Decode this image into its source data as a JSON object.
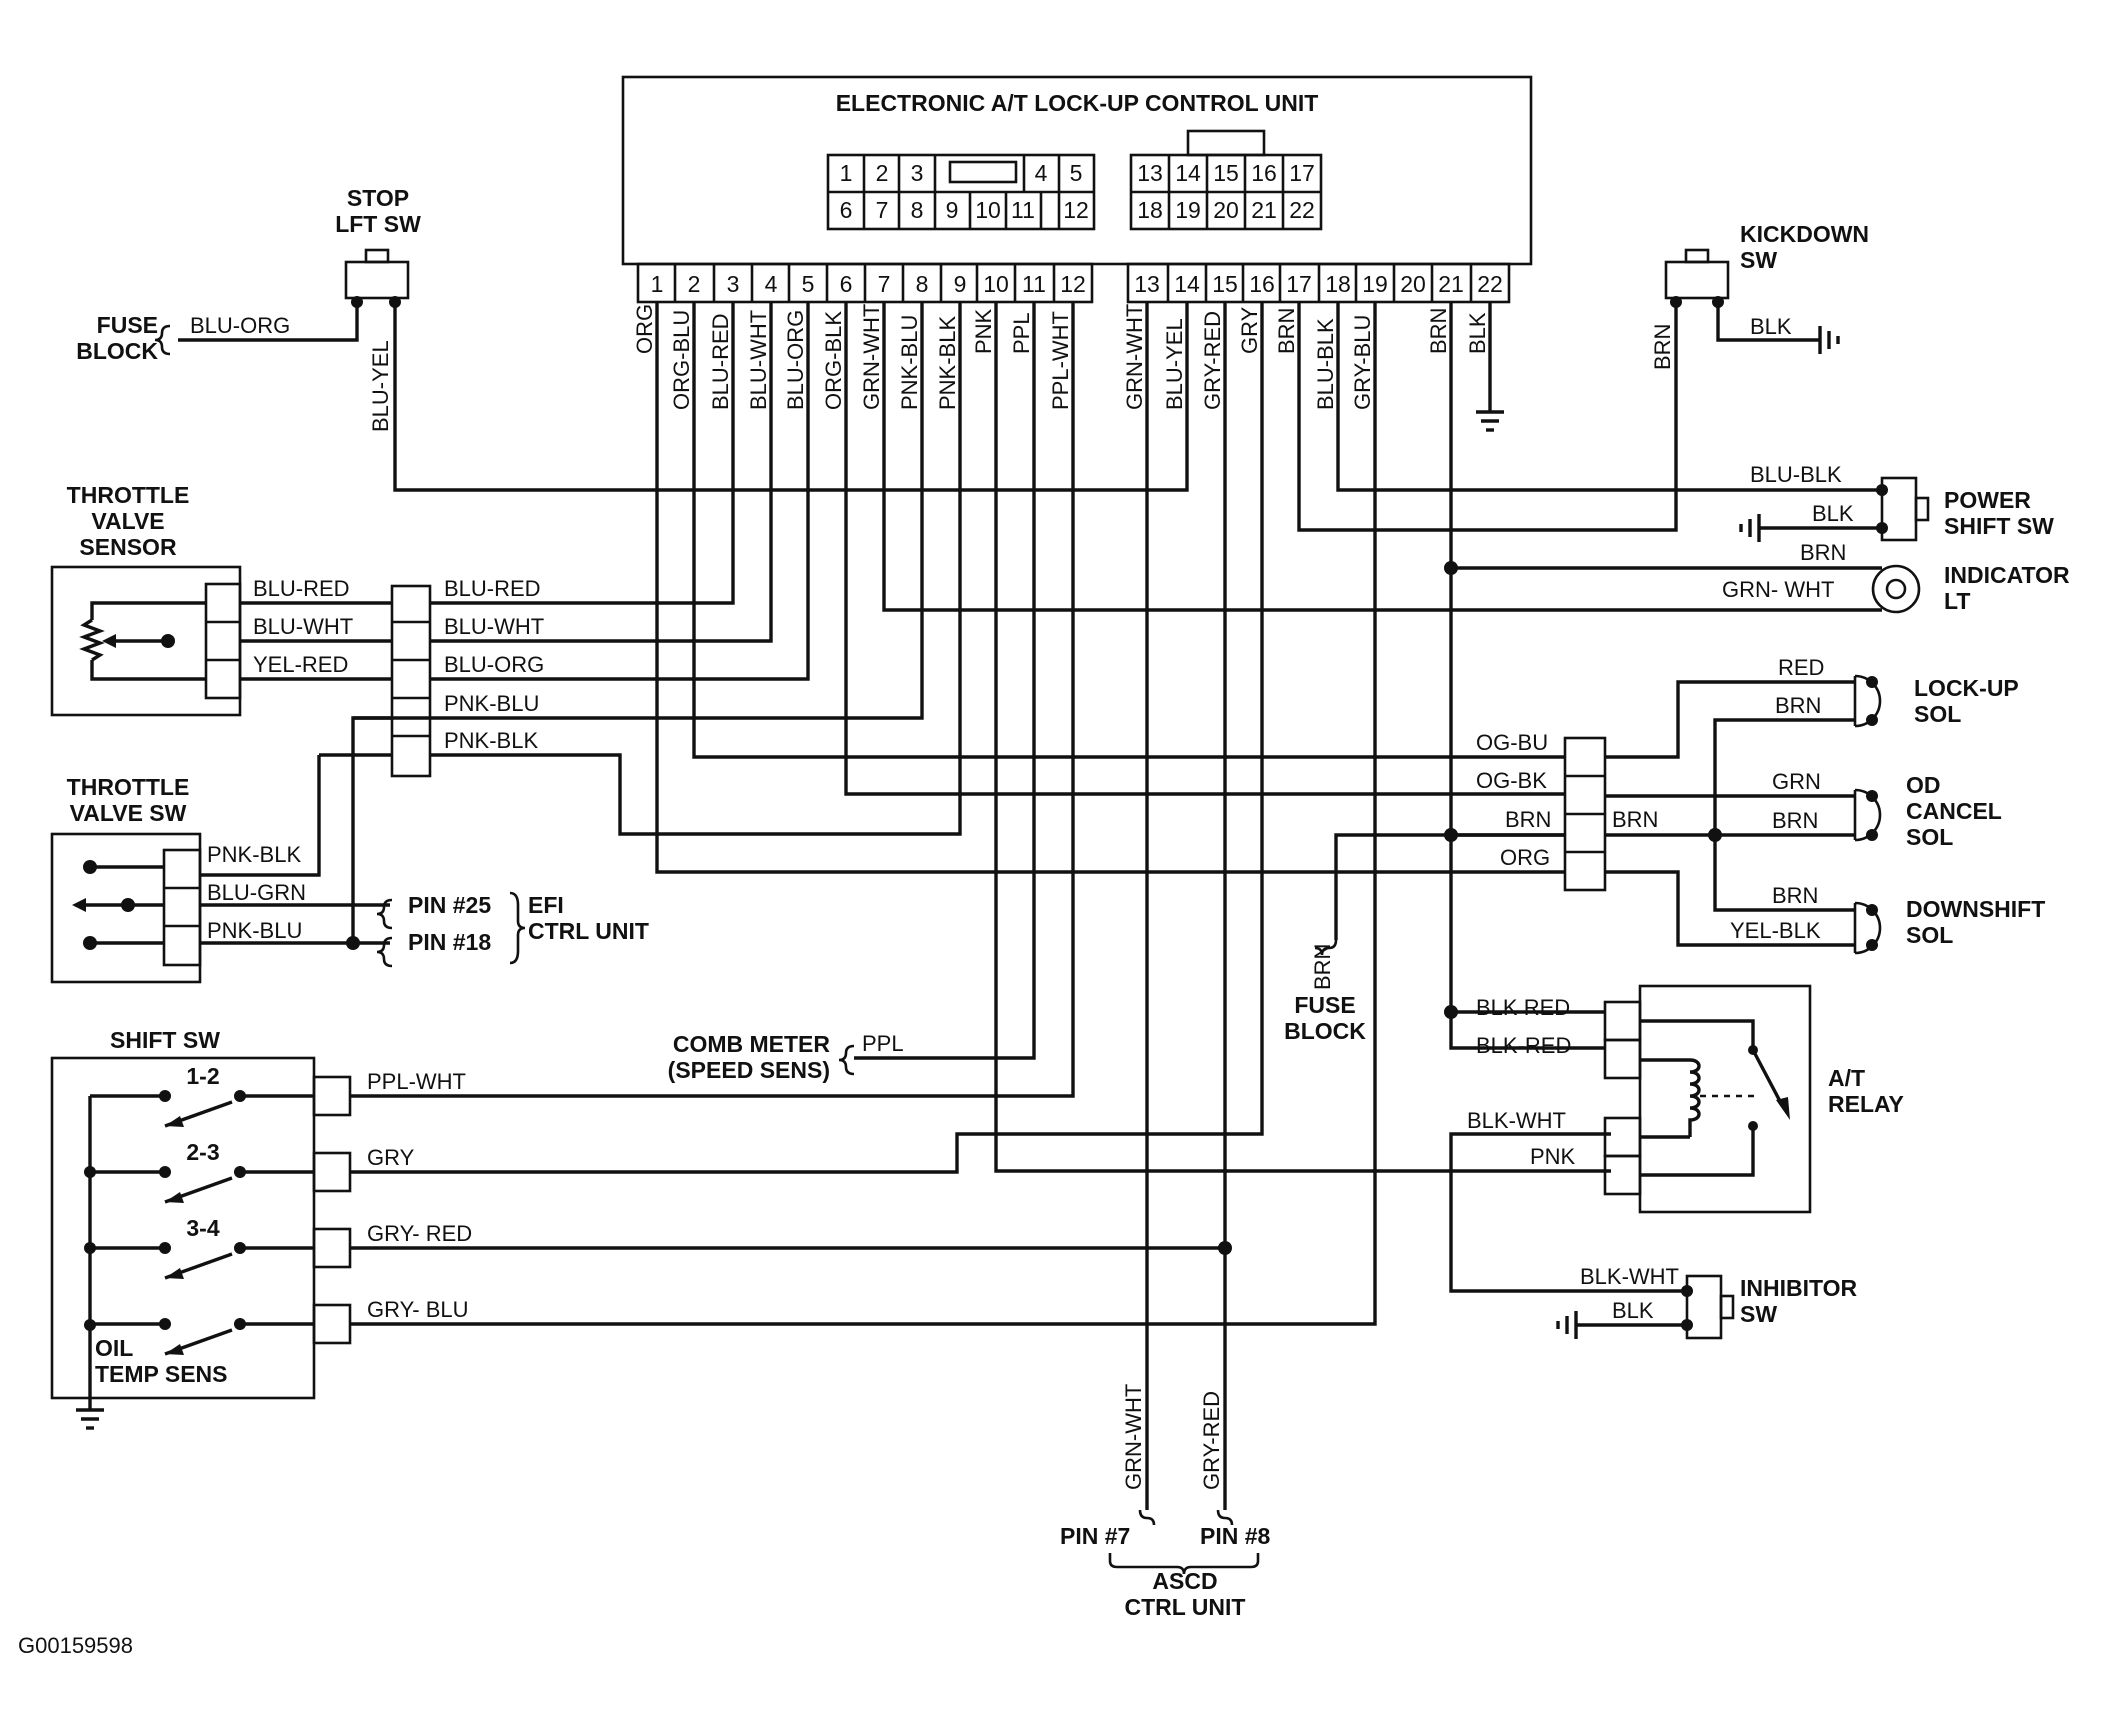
{
  "unit": {
    "title": "ELECTRONIC A/T LOCK-UP CONTROL UNIT",
    "connector_a_pins": [
      "1",
      "2",
      "3",
      "4",
      "5",
      "6",
      "7",
      "8",
      "9",
      "10",
      "11",
      "12"
    ],
    "connector_b_pins": [
      "13",
      "14",
      "15",
      "16",
      "17",
      "18",
      "19",
      "20",
      "21",
      "22"
    ],
    "wire_colors": [
      "ORG",
      "ORG-BLU",
      "BLU-RED",
      "BLU-WHT",
      "BLU-ORG",
      "ORG-BLK",
      "GRN-WHT",
      "PNK-BLU",
      "PNK-BLK",
      "PNK",
      "PPL",
      "PPL-WHT",
      "GRN-WHT",
      "BLU-YEL",
      "GRY-RED",
      "GRY",
      "BRN",
      "BLU-BLK",
      "GRY-BLU",
      "",
      "BRN",
      "BLK"
    ]
  },
  "components": {
    "stop_lft_sw": "STOP\nLFT SW",
    "kickdown_sw": "KICKDOWN\nSW",
    "throttle_valve_sensor": "THROTTLE\nVALVE\nSENSOR",
    "throttle_valve_sw": "THROTTLE\nVALVE SW",
    "shift_sw": "SHIFT SW",
    "oil_temp_sens": "OIL\nTEMP SENS",
    "power_shift_sw": "POWER\nSHIFT SW",
    "indicator_lt": "INDICATOR\nLT",
    "lockup_sol": "LOCK-UP\nSOL",
    "od_cancel_sol": "OD\nCANCEL\nSOL",
    "downshift_sol": "DOWNSHIFT\nSOL",
    "at_relay": "A/T\nRELAY",
    "inhibitor_sw": "INHIBITOR\nSW",
    "fuse_block_left": "FUSE\nBLOCK",
    "fuse_block_mid": "FUSE\nBLOCK",
    "efi_ctrl_unit": "EFI\nCTRL UNIT",
    "pin_25": "PIN #25",
    "pin_18": "PIN #18",
    "comb_meter": "COMB METER\n(SPEED SENS)",
    "ascd_pin7": "PIN #7",
    "ascd_pin8": "PIN #8",
    "ascd_ctrl_unit": "ASCD\nCTRL UNIT"
  },
  "switch_positions": [
    "1-2",
    "2-3",
    "3-4"
  ],
  "wire_labels": {
    "blu_org_fuse": "BLU-ORG",
    "blu_yel_stop": "BLU-YEL",
    "kd_brn": "BRN",
    "kd_blk": "BLK",
    "ps_blu_blk": "BLU-BLK",
    "ps_blk": "BLK",
    "ind_brn": "BRN",
    "ind_grn_wht": "GRN- WHT",
    "tvs_l1": "BLU-RED",
    "tvs_l2": "BLU-WHT",
    "tvs_l3": "YEL-RED",
    "tvs_r1": "BLU-RED",
    "tvs_r2": "BLU-WHT",
    "tvs_r3": "BLU-ORG",
    "tvs_r4": "PNK-BLU",
    "tvs_r5": "PNK-BLK",
    "tvsw_1": "PNK-BLK",
    "tvsw_2": "BLU-GRN",
    "tvsw_3": "PNK-BLU",
    "lu_red": "RED",
    "lu_brn": "BRN",
    "od_grn": "GRN",
    "od_brn": "BRN",
    "ds_brn": "BRN",
    "ds_yel_blk": "YEL-BLK",
    "jc_og_bu": "OG-BU",
    "jc_og_bk": "OG-BK",
    "jc_brn": "BRN",
    "jc_brn2": "BRN",
    "jc_org": "ORG",
    "fuse_brn": "BRN",
    "relay_blk_red1": "BLK RED",
    "relay_blk_red2": "BLK-RED",
    "relay_blk_wht": "BLK-WHT",
    "relay_pnk": "PNK",
    "inh_blk_wht": "BLK-WHT",
    "inh_blk": "BLK",
    "comb_ppl": "PPL",
    "ss_ppl_wht": "PPL-WHT",
    "ss_gry": "GRY",
    "ss_gry_red": "GRY- RED",
    "ss_gry_blu": "GRY- BLU",
    "ascd_grn_wht": "GRN-WHT",
    "ascd_gry_red": "GRY-RED"
  },
  "figure_id": "G00159598"
}
